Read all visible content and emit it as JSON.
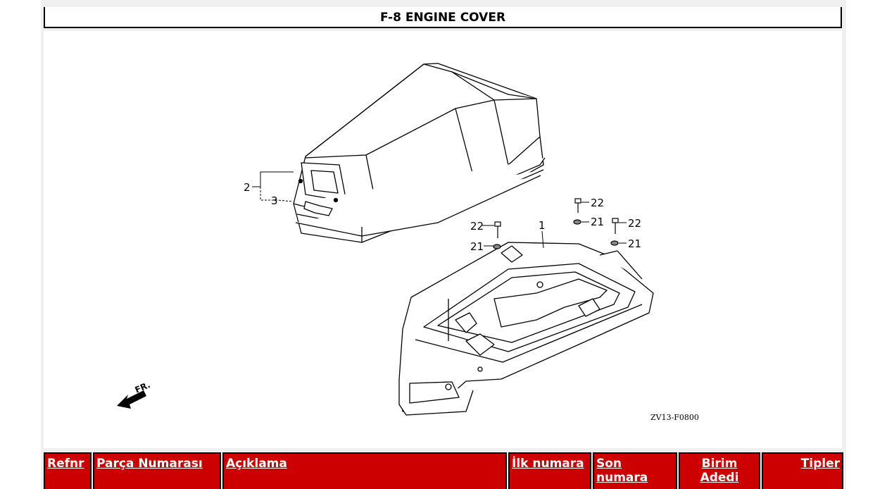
{
  "title": "F-8 ENGINE COVER",
  "diagram": {
    "code": "ZV13-F0800",
    "direction_label": "FR.",
    "callouts": [
      "1",
      "2",
      "3",
      "21",
      "21",
      "21",
      "22",
      "22",
      "22"
    ]
  },
  "table": {
    "headers": [
      "Refnr",
      "Parça Numarası",
      "Açıklama",
      "İlk numara",
      "Son numara",
      "Birim Adedi",
      "Tipler"
    ]
  },
  "colors": {
    "header_bg": "#cc0000",
    "header_text": "#ffffff"
  }
}
